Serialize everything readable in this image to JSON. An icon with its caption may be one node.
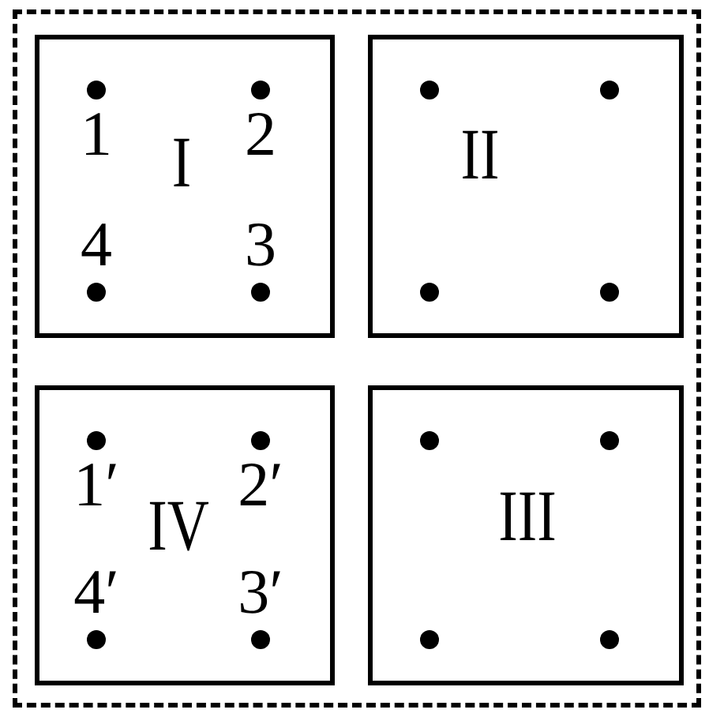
{
  "diagram": {
    "nodes": [
      {
        "text": [],
        "shape": "box"
      },
      {
        "text": [
          "I"
        ],
        "in": 0
      },
      {
        "text": [],
        "shape": "circle",
        "beside": [
          "1"
        ],
        "in": 1
      },
      {
        "text": [],
        "shape": "circle",
        "beside": [
          "2"
        ],
        "in": 1
      },
      {
        "text": [],
        "shape": "circle",
        "beside": [
          "4"
        ],
        "in": 1
      },
      {
        "text": [],
        "shape": "circle",
        "beside": [
          "3"
        ],
        "in": 1
      },
      {
        "text": [
          "II"
        ],
        "in": 0
      },
      {
        "text": [],
        "shape": "circle",
        "in": 6
      },
      {
        "text": [],
        "shape": "circle",
        "in": 6
      },
      {
        "text": [],
        "shape": "circle",
        "in": 6
      },
      {
        "text": [],
        "shape": "circle",
        "in": 6
      },
      {
        "text": [
          "IV"
        ],
        "in": 0
      },
      {
        "text": [],
        "shape": "circle",
        "beside": [
          "1′"
        ],
        "in": 11
      },
      {
        "text": [],
        "shape": "circle",
        "beside": [
          "2′"
        ],
        "in": 11
      },
      {
        "text": [],
        "shape": "circle",
        "beside": [
          "4′"
        ],
        "in": 11
      },
      {
        "text": [],
        "shape": "circle",
        "beside": [
          "3′"
        ],
        "in": 11
      },
      {
        "text": [
          "III"
        ],
        "in": 0
      },
      {
        "text": [],
        "shape": "circle",
        "in": 16
      },
      {
        "text": [],
        "shape": "circle",
        "in": 16
      },
      {
        "text": [],
        "shape": "circle",
        "in": 16
      },
      {
        "text": [],
        "shape": "circle",
        "in": 16
      }
    ],
    "edges": []
  }
}
